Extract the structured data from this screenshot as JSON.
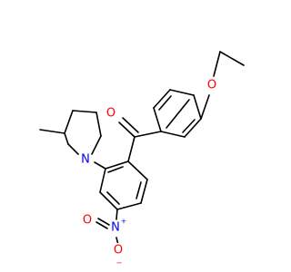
{
  "molecule": {
    "atoms": {
      "carbonyl_oxygen": "O",
      "ether_oxygen": "O",
      "piperidine_nitrogen": "N",
      "nitro_nitrogen": "N",
      "nitro_nitrogen_charge": "+",
      "nitro_oxygen_top": "O",
      "nitro_oxygen_bottom": "O",
      "nitro_oxygen_bottom_charge": "−"
    },
    "colors": {
      "bond": "#000000",
      "oxygen": "#ff0000",
      "nitrogen": "#0000ff",
      "background": "#ffffff"
    }
  }
}
